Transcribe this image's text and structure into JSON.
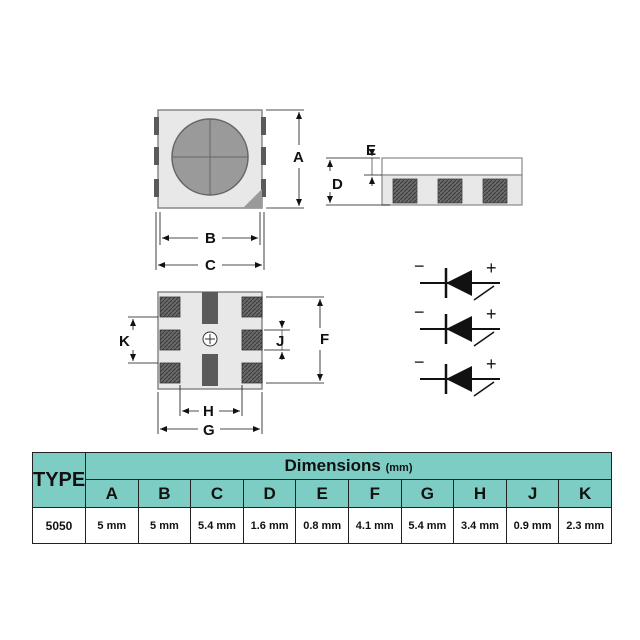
{
  "labels": {
    "A": "A",
    "B": "B",
    "C": "C",
    "D": "D",
    "E": "E",
    "F": "F",
    "G": "G",
    "H": "H",
    "J": "J",
    "K": "K"
  },
  "schematic": {
    "minus": "−",
    "plus": "+",
    "count": 3
  },
  "table": {
    "type_header": "TYPE",
    "title": "Dimensions",
    "unit": "(mm)",
    "columns": [
      "A",
      "B",
      "C",
      "D",
      "E",
      "F",
      "G",
      "H",
      "J",
      "K"
    ],
    "rows": [
      {
        "type": "5050",
        "values": [
          "5 mm",
          "5 mm",
          "5.4 mm",
          "1.6 mm",
          "0.8 mm",
          "4.1 mm",
          "5.4 mm",
          "3.4 mm",
          "0.9 mm",
          "2.3 mm"
        ]
      }
    ]
  },
  "colors": {
    "table_header": "#7ecdc4",
    "body_fill": "#e6e6e6",
    "lens": "#9a9a9a",
    "pad": "#5a5a5a",
    "ink": "#111111"
  }
}
